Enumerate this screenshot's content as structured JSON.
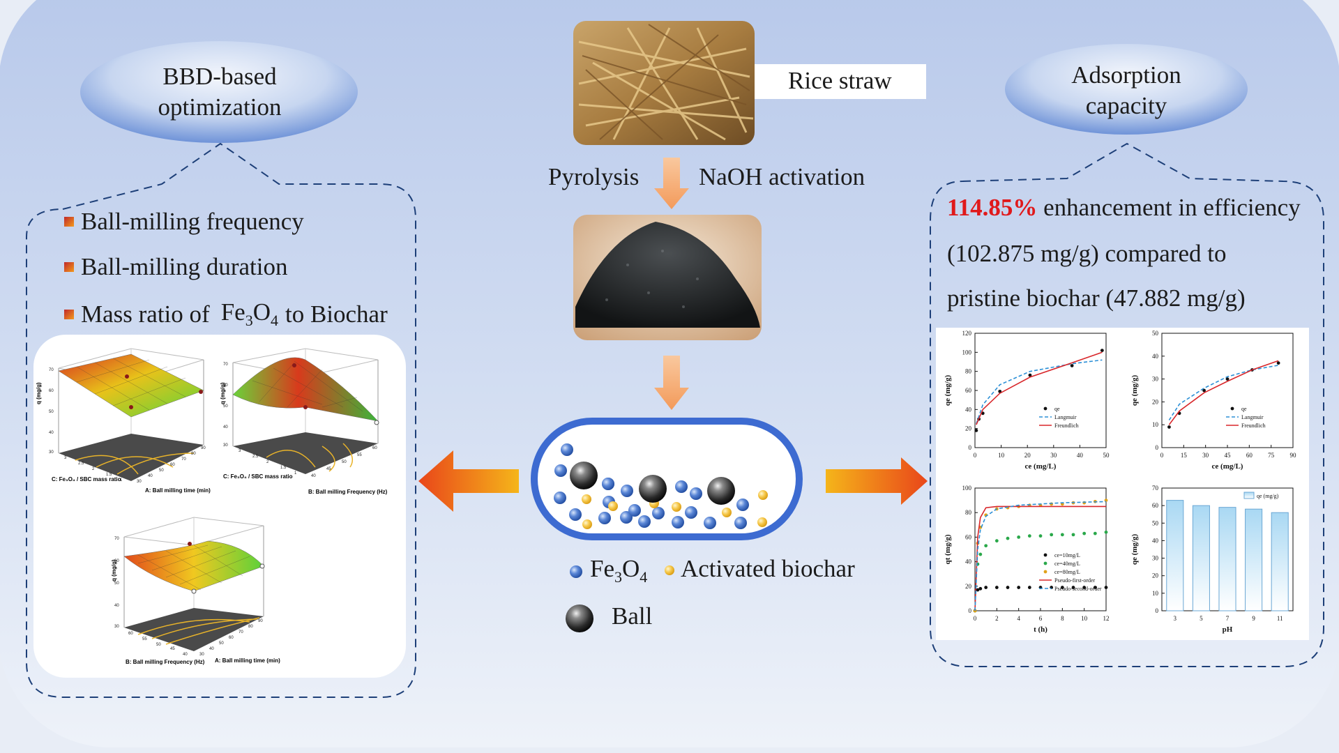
{
  "left": {
    "oval_title_line1": "BBD-based",
    "oval_title_line2": "optimization",
    "bullets": [
      "Ball-milling frequency",
      "Ball-milling duration"
    ],
    "bullet3_prefix": "Mass ratio of",
    "bullet3_formula_main": "Fe",
    "bullet3_formula_sub1": "3",
    "bullet3_formula_O": "O",
    "bullet3_formula_sub2": "4",
    "bullet3_suffix": "to Biochar",
    "plot1": {
      "zlabel": "q (mg/g)",
      "axis_left": "C: Fe₃O₄ / SBC mass ratio",
      "axis_right": "A: Ball milling time (min)",
      "zticks": [
        "70",
        "60",
        "50",
        "40",
        "30"
      ],
      "lticks": [
        "3",
        "2.5",
        "2",
        "1.5",
        "1"
      ],
      "rticks": [
        "30",
        "40",
        "50",
        "60",
        "70",
        "80",
        "90"
      ]
    },
    "plot2": {
      "zlabel": "q (mg/g)",
      "axis_left": "C: Fe₃O₄ / SBC mass ratio",
      "axis_right": "B: Ball milling Frequency (Hz)",
      "zticks": [
        "70",
        "60",
        "50",
        "40",
        "30"
      ],
      "lticks": [
        "3",
        "2.5",
        "2",
        "1.5",
        "1"
      ],
      "rticks": [
        "40",
        "45",
        "50",
        "55",
        "60"
      ]
    },
    "plot3": {
      "zlabel": "q (mg/g)",
      "axis_left": "B: Ball milling Frequency (Hz)",
      "axis_right": "A: Ball milling time (min)",
      "zticks": [
        "70",
        "60",
        "50",
        "40",
        "30"
      ],
      "lticks": [
        "60",
        "55",
        "50",
        "45",
        "40"
      ],
      "rticks": [
        "30",
        "40",
        "50",
        "60",
        "70",
        "80",
        "90"
      ]
    }
  },
  "center": {
    "rice_straw_label": "Rice straw",
    "step_left": "Pyrolysis",
    "step_right": "NaOH activation",
    "legend_fe_main": "Fe",
    "legend_fe_sub1": "3",
    "legend_fe_O": "O",
    "legend_fe_sub2": "4",
    "legend_biochar": "Activated biochar",
    "legend_ball": "Ball"
  },
  "right": {
    "oval_title_line1": "Adsorption",
    "oval_title_line2": "capacity",
    "highlight": "114.85%",
    "line1_rest": " enhancement in efficiency",
    "line2": "(102.875 mg/g) compared to",
    "line3": "pristine biochar (47.882 mg/g)",
    "highlight_color": "#e0191b"
  },
  "chart_data": [
    {
      "type": "scatter",
      "title": "",
      "xlabel": "ce (mg/L)",
      "ylabel": "qe (mg/g)",
      "xlim": [
        0,
        50
      ],
      "ylim": [
        0,
        120
      ],
      "xticks": [
        "0",
        "10",
        "20",
        "30",
        "40",
        "50"
      ],
      "yticks": [
        "0",
        "20",
        "40",
        "60",
        "80",
        "100",
        "120"
      ],
      "series": [
        {
          "name": "qe",
          "x": [
            0.5,
            1.5,
            3,
            9.5,
            21,
            37,
            48.5
          ],
          "y": [
            18,
            30,
            36,
            59,
            76,
            86,
            102
          ]
        },
        {
          "name": "Langmuir",
          "x": [
            0.5,
            3,
            9.5,
            21,
            37,
            48.5
          ],
          "y": [
            25,
            45,
            66,
            80,
            88,
            92
          ]
        },
        {
          "name": "Freundlich",
          "x": [
            0.5,
            3,
            9.5,
            21,
            37,
            48.5
          ],
          "y": [
            24,
            40,
            57,
            74,
            89,
            100
          ]
        }
      ],
      "legend": "bottom-right"
    },
    {
      "type": "scatter",
      "title": "",
      "xlabel": "ce (mg/L)",
      "ylabel": "qe (mg/g)",
      "xlim": [
        0,
        90
      ],
      "ylim": [
        0,
        50
      ],
      "xticks": [
        "0",
        "15",
        "30",
        "45",
        "60",
        "75",
        "90"
      ],
      "yticks": [
        "0",
        "10",
        "20",
        "30",
        "40",
        "50"
      ],
      "series": [
        {
          "name": "qe",
          "x": [
            5,
            12,
            29,
            45,
            62,
            80
          ],
          "y": [
            9,
            15,
            25,
            30,
            34,
            37
          ]
        },
        {
          "name": "Langmuir",
          "x": [
            5,
            12,
            29,
            45,
            62,
            80
          ],
          "y": [
            12,
            19,
            26,
            31,
            34,
            36
          ]
        },
        {
          "name": "Freundlich",
          "x": [
            5,
            12,
            29,
            45,
            62,
            80
          ],
          "y": [
            10,
            16,
            24,
            29,
            34,
            38
          ]
        }
      ],
      "legend": "bottom-right"
    },
    {
      "type": "scatter",
      "title": "",
      "xlabel": "t (h)",
      "ylabel": "qt (mg/g)",
      "xlim": [
        0,
        12
      ],
      "ylim": [
        0,
        100
      ],
      "xticks": [
        "0",
        "2",
        "4",
        "6",
        "8",
        "10",
        "12"
      ],
      "yticks": [
        "0",
        "20",
        "40",
        "60",
        "80",
        "100"
      ],
      "series": [
        {
          "name": "ce=10mg/L",
          "x": [
            0,
            0.25,
            0.5,
            1,
            2,
            3,
            4,
            5,
            6,
            7,
            8,
            9,
            10,
            11,
            12
          ],
          "y": [
            0,
            17,
            18,
            19,
            19,
            19,
            19,
            19,
            19,
            19,
            19,
            19,
            19,
            19,
            19
          ]
        },
        {
          "name": "ce=40mg/L",
          "x": [
            0,
            0.25,
            0.5,
            1,
            2,
            3,
            4,
            5,
            6,
            7,
            8,
            9,
            10,
            11,
            12
          ],
          "y": [
            0,
            38,
            46,
            53,
            57,
            59,
            60,
            61,
            61,
            62,
            62,
            62,
            63,
            63,
            64
          ]
        },
        {
          "name": "ce=80mg/L",
          "x": [
            0,
            0.25,
            0.5,
            1,
            2,
            3,
            4,
            5,
            6,
            7,
            8,
            9,
            10,
            11,
            12
          ],
          "y": [
            0,
            55,
            68,
            78,
            83,
            84,
            85,
            86,
            86,
            87,
            87,
            88,
            88,
            89,
            90
          ]
        },
        {
          "name": "Pseudo-first-order",
          "x": [
            0,
            0.25,
            0.5,
            1,
            2,
            4,
            8,
            12
          ],
          "y": [
            0,
            60,
            76,
            84,
            85,
            85,
            85,
            85
          ]
        },
        {
          "name": "Pseudo-second-order",
          "x": [
            0,
            0.25,
            0.5,
            1,
            2,
            4,
            8,
            12
          ],
          "y": [
            0,
            50,
            66,
            77,
            83,
            86,
            88,
            89
          ]
        }
      ],
      "legend": "center-right"
    },
    {
      "type": "bar",
      "title": "",
      "xlabel": "pH",
      "ylabel": "qe (mg/g)",
      "categories": [
        "3",
        "5",
        "7",
        "9",
        "11"
      ],
      "values": [
        63,
        60,
        59,
        58,
        56
      ],
      "ylim": [
        0,
        70
      ],
      "yticks": [
        "0",
        "10",
        "20",
        "30",
        "40",
        "50",
        "60",
        "70"
      ],
      "series": [
        {
          "name": "qe (mg/g)",
          "values": [
            63,
            60,
            59,
            58,
            56
          ]
        }
      ],
      "legend": "top-right"
    }
  ]
}
